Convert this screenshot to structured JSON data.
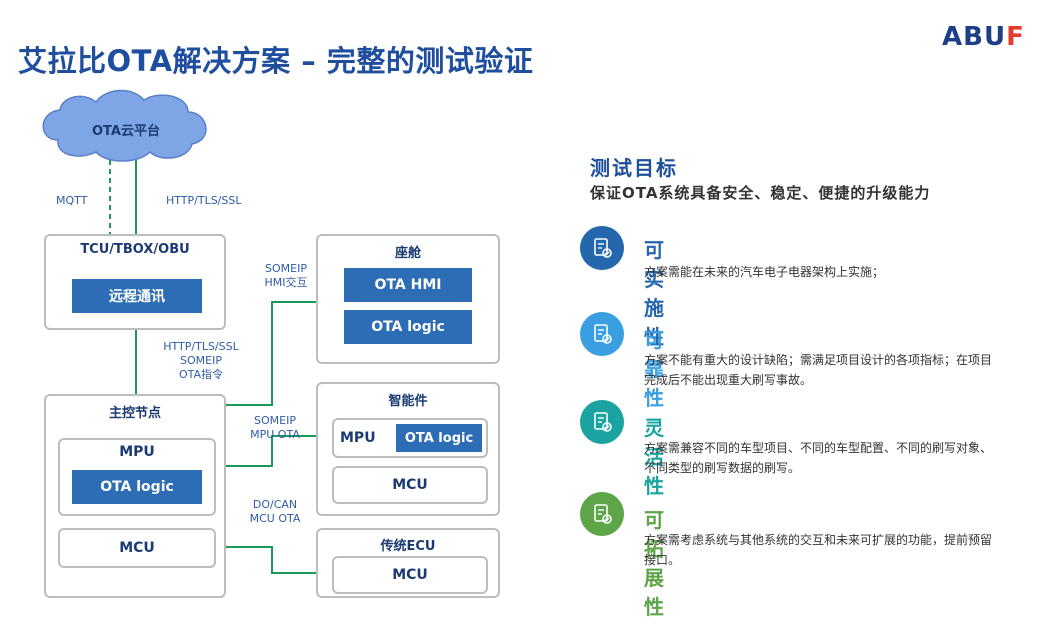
{
  "title": "艾拉比OTA解决方案 – 完整的测试验证",
  "logo": {
    "main": "ABU",
    "accent": "F"
  },
  "diagram": {
    "cloud": "OTA云平台",
    "mqtt": "MQTT",
    "http_tls_ssl": "HTTP/TLS/SSL",
    "tcu": {
      "title": "TCU/TBOX/OBU",
      "inner": "远程通讯"
    },
    "link_tcu_main": [
      "HTTP/TLS/SSL",
      "SOMEIP",
      "OTA指令"
    ],
    "main": {
      "title": "主控节点",
      "mpu": "MPU",
      "mpu_inner": "OTA logic",
      "mcu": "MCU"
    },
    "cockpit": {
      "title": "座舱",
      "items": [
        "OTA HMI",
        "OTA logic"
      ]
    },
    "link_cockpit": [
      "SOMEIP",
      "HMI交互"
    ],
    "smart": {
      "title": "智能件",
      "mpu": "MPU",
      "mpu_inner": "OTA logic",
      "mcu": "MCU"
    },
    "link_smart": [
      "SOMEIP",
      "MPU OTA"
    ],
    "legacy": {
      "title": "传统ECU",
      "mcu": "MCU"
    },
    "link_legacy": [
      "DO/CAN",
      "MCU OTA"
    ]
  },
  "goals": {
    "heading": "测试目标",
    "subheading": "保证OTA系统具备安全、稳定、便捷的升级能力",
    "items": [
      {
        "title": "可实施性",
        "color": "#2467ad",
        "desc": "方案需能在未来的汽车电子电器架构上实施；"
      },
      {
        "title": "可靠性",
        "color": "#3a9fe0",
        "desc": "方案不能有重大的设计缺陷；需满足项目设计的各项指标；在项目完成后不能出现重大刷写事故。"
      },
      {
        "title": "灵活性",
        "color": "#1aa3a1",
        "desc": "方案需兼容不同的车型项目、不同的车型配置、不同的刷写对象、不同类型的刷写数据的刷写。"
      },
      {
        "title": "可拓展性",
        "color": "#5da548",
        "desc": "方案需考虑系统与其他系统的交互和未来可扩展的功能，提前预留接口。"
      }
    ]
  }
}
